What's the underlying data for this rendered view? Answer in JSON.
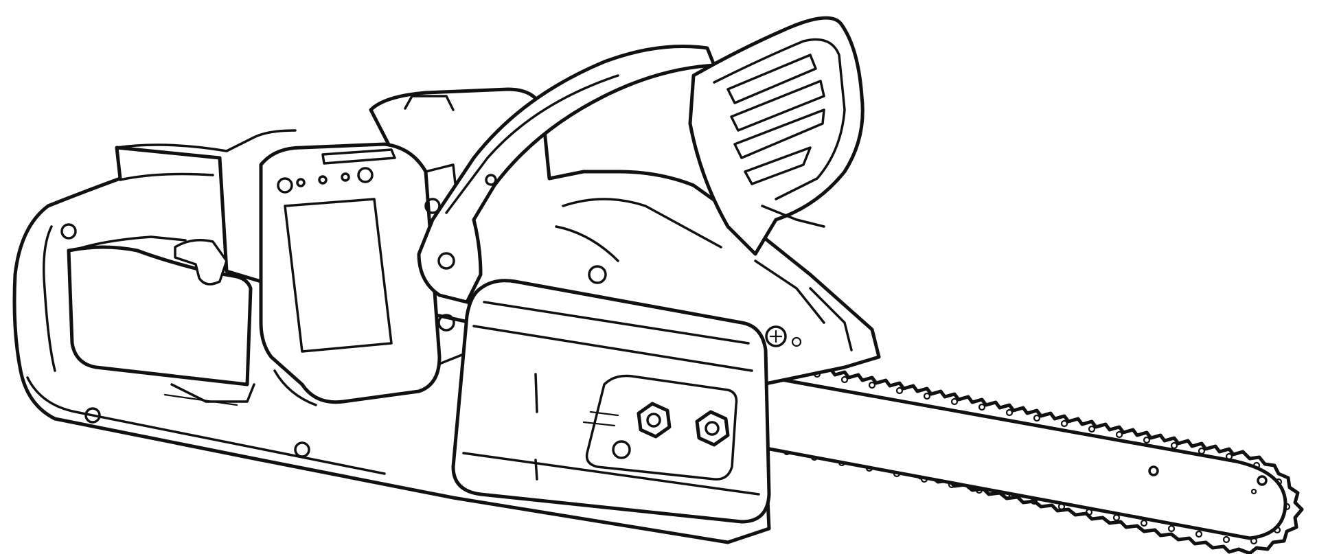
{
  "figure": {
    "subject": "chainsaw",
    "style": "black line art on white background",
    "colors": {
      "background": "#ffffff",
      "ink": "#111111"
    },
    "parts": [
      "rear-handle",
      "motor-housing",
      "battery-pack",
      "front-handle",
      "chain-brake-hand-guard",
      "sprocket-cover",
      "bar-nuts",
      "guide-bar",
      "saw-chain"
    ]
  }
}
